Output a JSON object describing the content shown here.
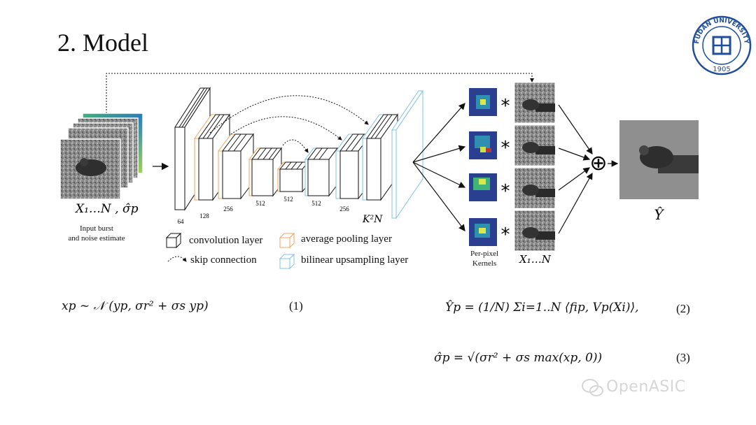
{
  "slide": {
    "title": "2. Model"
  },
  "logo": {
    "text": "FUDAN UNIVERSITY",
    "year": "1905"
  },
  "diagram": {
    "input_label": "X₁…N , σ̂p",
    "input_caption_line1": "Input burst",
    "input_caption_line2": "and noise estimate",
    "channel_labels": [
      "64",
      "128",
      "256",
      "512",
      "512",
      "512",
      "256"
    ],
    "output_channels": "K²N",
    "kernels_caption_line1": "Per-pixel",
    "kernels_caption_line2": "Kernels",
    "frames_label": "X₁…N",
    "output_label": "Ŷ",
    "conv_symbol": "*",
    "sum_symbol": "⊕"
  },
  "legend": {
    "conv": "convolution layer",
    "pool": "average pooling layer",
    "skip": "skip connection",
    "upsample": "bilinear upsampling layer"
  },
  "colors": {
    "pool": "#f2a65a",
    "upsample": "#7fc3e8",
    "arrow": "#111111"
  },
  "equations": {
    "eq1": "xp ~ 𝒩 (yp, σr² + σs yp)",
    "eq1_num": "(1)",
    "eq2": "Ŷp = (1/N) Σi=1..N ⟨fip, Vp(Xi)⟩,",
    "eq2_num": "(2)",
    "eq3": "σ̂p = √(σr² + σs max(xp, 0))",
    "eq3_num": "(3)"
  },
  "watermark": {
    "text": "OpenASIC"
  }
}
